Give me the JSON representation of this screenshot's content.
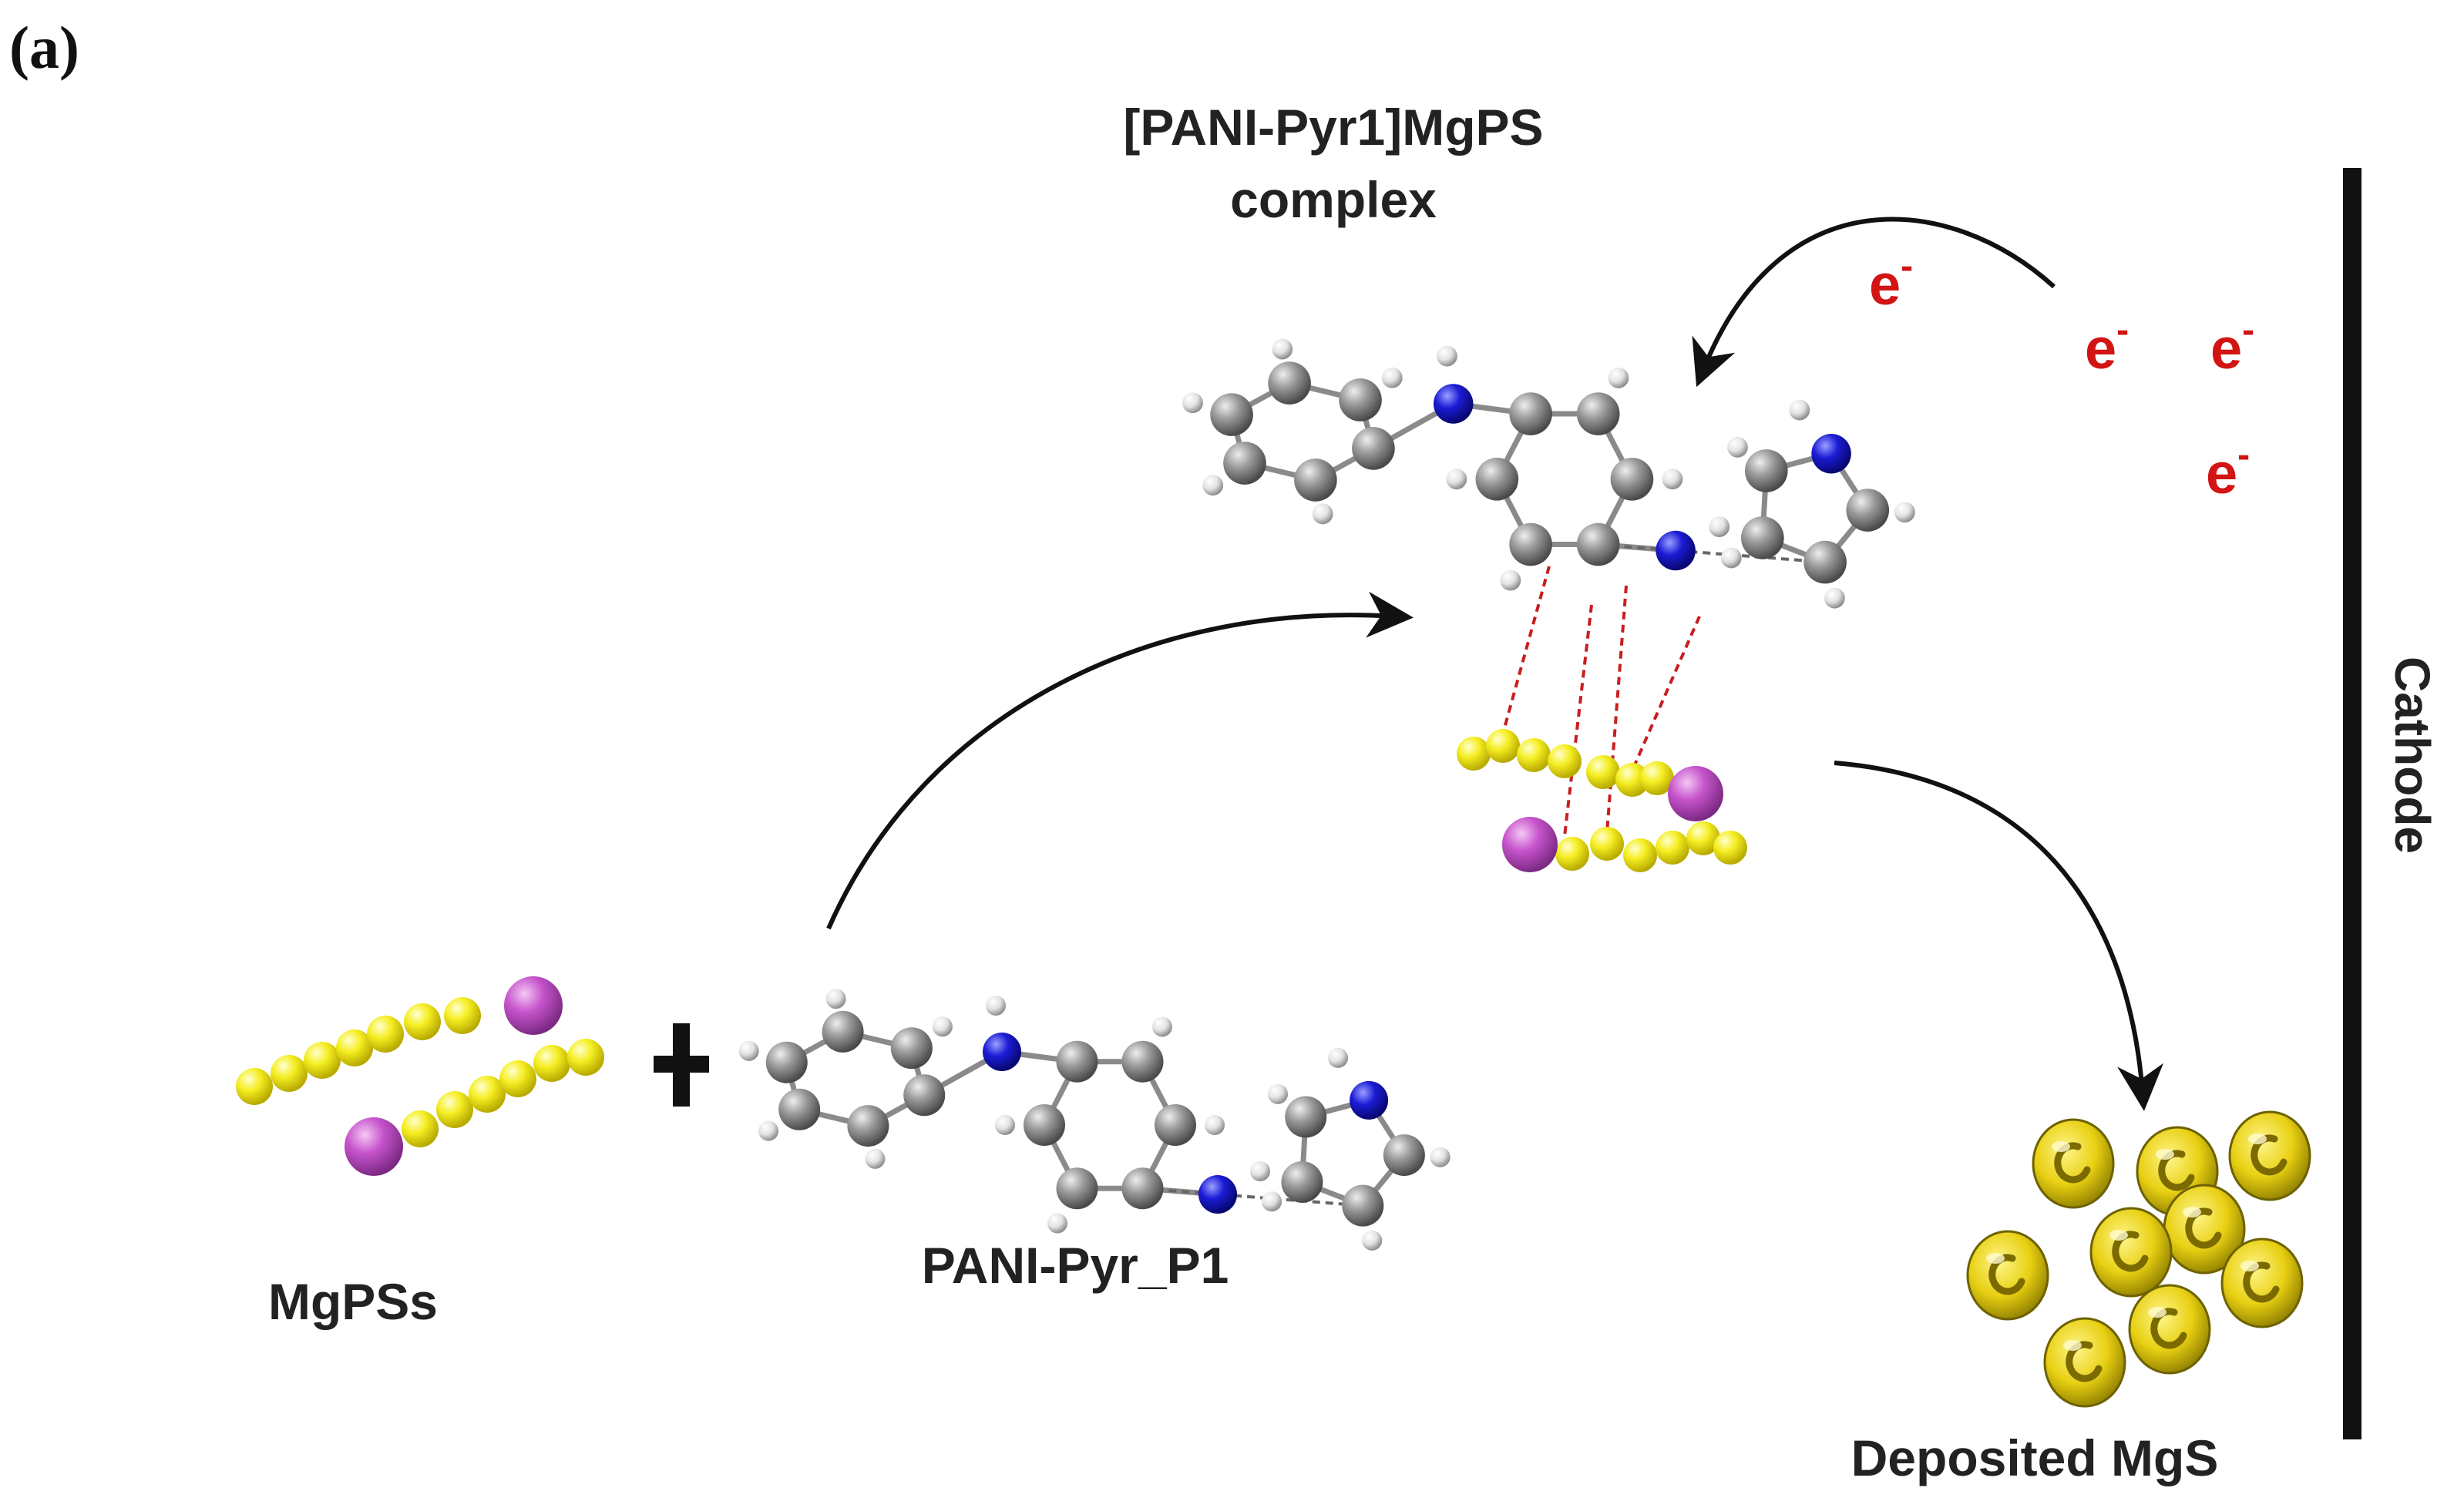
{
  "panel_label": "(a)",
  "complex_title": {
    "line1": "[PANI-Pyr1]MgPS",
    "line2": "complex"
  },
  "labels": {
    "mgpss": "MgPSs",
    "polymer": "PANI-Pyr_P1",
    "deposit": "Deposited MgS",
    "electrode": "Cathode"
  },
  "electron": {
    "symbol": "e",
    "charge": "-",
    "count": 4
  },
  "colors": {
    "sulfur": "#f2ea1c",
    "magnesium": "#c24fc9",
    "carbon": "#8c8c8c",
    "nitrogen": "#1a1ad0",
    "hydrogen": "#f0f0f0",
    "electron": "#d21414",
    "interaction": "#c81e1e",
    "deposit": "#e6cf10",
    "electrode": "#111111"
  },
  "icons": [
    "plus-icon",
    "curved-arrow-icon",
    "ball-and-stick-molecule-icon",
    "sulfur-chain-icon",
    "mgs-particle-icon"
  ]
}
